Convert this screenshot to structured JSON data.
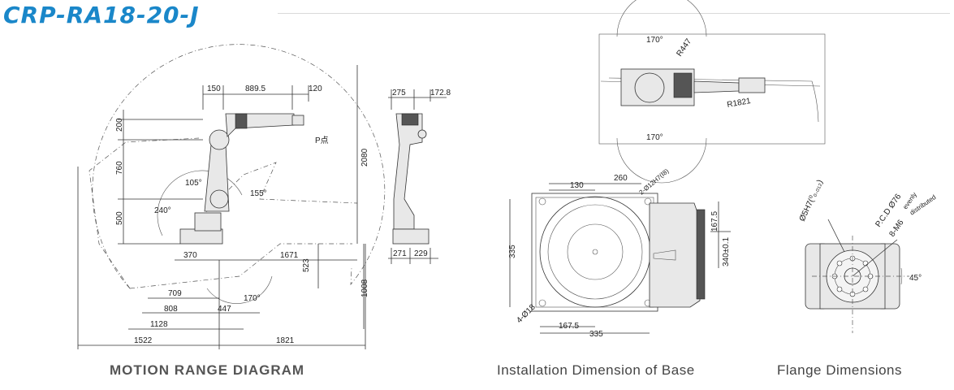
{
  "header": {
    "model": "CRP-RA18-20-J"
  },
  "motion": {
    "caption": "MOTION RANGE DIAGRAM",
    "dims": {
      "d150": "150",
      "d889": "889.5",
      "d120": "120",
      "d200": "200",
      "d760": "760",
      "d500": "500",
      "d2080": "2080",
      "d1008": "1008",
      "d370": "370",
      "d1671": "1671",
      "d523": "523",
      "d709": "709",
      "d808": "808",
      "d447": "447",
      "d1128": "1128",
      "d1522": "1522",
      "d1821": "1821",
      "a105": "105°",
      "a155": "155°",
      "a240": "240°",
      "a170": "170°",
      "p_point": "P点"
    }
  },
  "side": {
    "d275": "275",
    "d172": "172.8",
    "d271": "271",
    "d229": "229"
  },
  "top": {
    "a170t": "170°",
    "a170b": "170°",
    "r447": "R447",
    "r1821": "R1821"
  },
  "base": {
    "caption": "Installation Dimension of Base",
    "dims": {
      "d260": "260",
      "d130": "130",
      "d335v": "335",
      "d335h": "335",
      "d167h": "167.5",
      "d167v": "167.5",
      "d340": "340±0.1",
      "hole": "4-Ø18",
      "tol": "2-Ø12H7(Ⅰ8)"
    }
  },
  "flange": {
    "caption": "Flange Dimensions",
    "labels": {
      "bore": "Ø5H7(⁰₀.₀₁₂)",
      "pcd": "P.C.D Ø76",
      "m6": "8-M6",
      "evenly": "evenly",
      "distributed": "distributed",
      "a45": "45°"
    }
  }
}
